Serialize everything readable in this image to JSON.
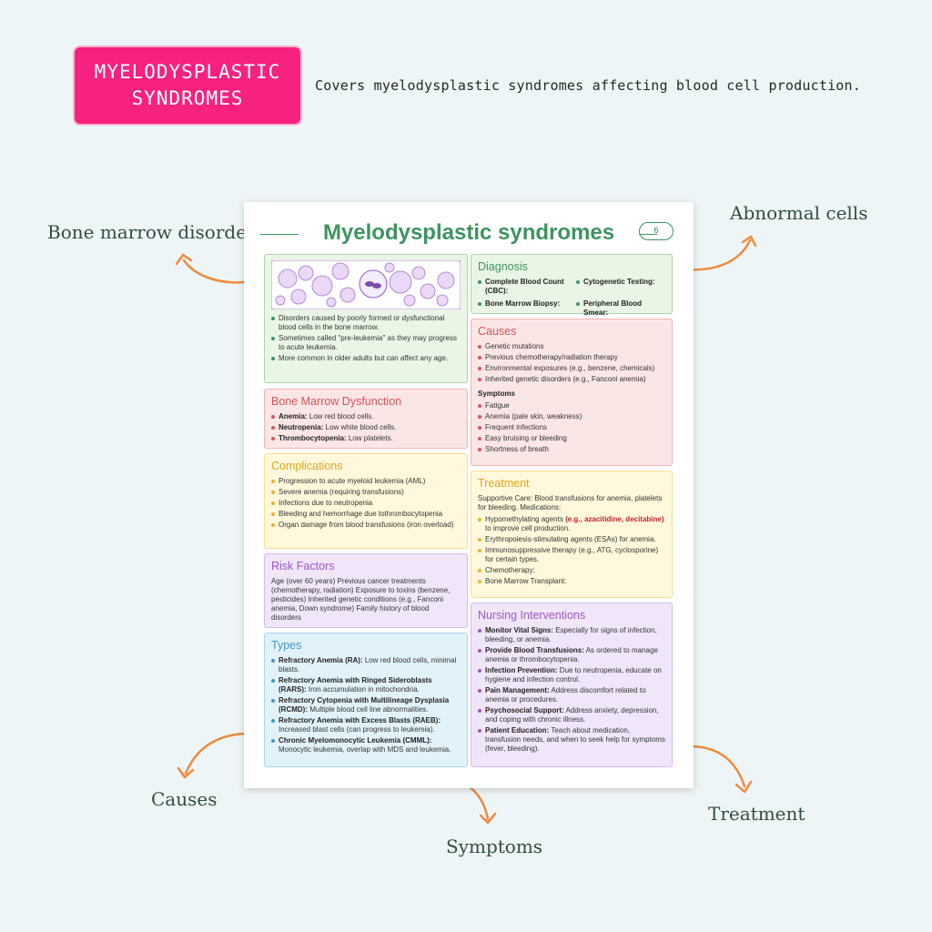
{
  "badge": {
    "line1": "MYELODYSPLASTIC",
    "line2": "SYNDROMES",
    "color": "#f7217f"
  },
  "tagline": "Covers myelodysplastic syndromes affecting blood cell production.",
  "callouts": {
    "bone_marrow": "Bone marrow disorder",
    "abnormal_cells": "Abnormal cells",
    "causes": "Causes",
    "symptoms": "Symptoms",
    "treatment": "Treatment",
    "arrow_color": "#ee8a3e"
  },
  "sheet": {
    "title": "Myelodysplastic syndromes",
    "page": "6",
    "intro": {
      "bullets": [
        "Disorders caused by poorly formed or dysfunctional blood cells in the bone marrow.",
        "Sometimes called \"pre-leukemia\" as they may progress to acute leukemia.",
        "More common in older adults but can affect any age."
      ]
    },
    "bone_marrow": {
      "title": "Bone Marrow Dysfunction",
      "items": [
        {
          "term": "Anemia:",
          "text": " Low red blood cells."
        },
        {
          "term": "Neutropenia:",
          "text": " Low white blood cells."
        },
        {
          "term": "Thrombocytopenia:",
          "text": " Low platelets."
        }
      ]
    },
    "complications": {
      "title": "Complications",
      "items": [
        "Progression to acute myeloid leukemia (AML)",
        "Severe anemia (requiring transfusions)",
        "Infections due to neutropenia",
        "Bleeding and hemorrhage due tothrombocytopenia",
        "Organ damage from blood transfusions (iron overload)"
      ]
    },
    "risk": {
      "title": "Risk Factors",
      "text": "Age (over 60 years) Previous cancer treatments (chemotherapy, radiation) Exposure to toxins (benzene, pesticides) Inherited genetic conditions (e.g., Fanconi anemia, Down syndrome) Family history of blood disorders"
    },
    "types": {
      "title": "Types",
      "items": [
        {
          "term": "Refractory Anemia (RA):",
          "text": " Low red blood cells, minimal blasts."
        },
        {
          "term": "Refractory Anemia with Ringed Sideroblasts (RARS):",
          "text": " Iron accumulation in mitochondria."
        },
        {
          "term": "Refractory Cytopenia with Multilineage Dysplasia (RCMD):",
          "text": " Multiple blood cell line abnormalities."
        },
        {
          "term": "Refractory Anemia with Excess Blasts (RAEB):",
          "text": " Increased blast cells (can progress to leukemia)."
        },
        {
          "term": "Chronic Myelomonocytic Leukemia (CMML):",
          "text": " Monocytic leukemia, overlap with MDS and leukemia."
        }
      ]
    },
    "diagnosis": {
      "title": "Diagnosis",
      "items": [
        "Complete Blood Count (CBC):",
        "Cytogenetic Testing:",
        "Bone Marrow Biopsy:",
        "Peripheral Blood Smear:"
      ]
    },
    "causes": {
      "title": "Causes",
      "items": [
        "Genetic mutations",
        "Previous chemotherapy/radiation therapy",
        "Environmental exposures (e.g., benzene, chemicals)",
        "Inherited genetic disorders (e.g., Fanconi anemia)"
      ],
      "symptoms_title": "Symptoms",
      "symptoms": [
        "Fatigue",
        "Anemia (pale skin, weakness)",
        "Frequent infections",
        "Easy bruising or bleeding",
        "Shortness of breath"
      ]
    },
    "treatment": {
      "title": "Treatment",
      "intro": "Supportive Care: Blood transfusions for anemia, platelets for bleeding. Medications:",
      "hma_pre": "Hypomethylating agents ",
      "hma_hl": "(e.g., azacitidine, decitabine)",
      "hma_post": " to improve cell production.",
      "esa": "Erythropoiesis-stimulating agents (ESAs) for anemia.",
      "immuno": "Immunosuppressive therapy (e.g., ATG, cyclosporine) for certain types.",
      "chemo": "Chemotherapy:",
      "bmt": "Bone Marrow Transplant:"
    },
    "nursing": {
      "title": "Nursing Interventions",
      "items": [
        {
          "term": "Monitor Vital Signs:",
          "text": " Especially for signs of infection, bleeding, or anemia."
        },
        {
          "term": "Provide Blood Transfusions:",
          "text": " As ordered to manage anemia or thrombocytopenia."
        },
        {
          "term": "Infection Prevention:",
          "text": " Due to neutropenia, educate on hygiene and infection control."
        },
        {
          "term": "Pain Management:",
          "text": " Address discomfort related to anemia or procedures."
        },
        {
          "term": "Psychosocial Support:",
          "text": " Address anxiety, depression, and coping with chronic illness."
        },
        {
          "term": "Patient Education:",
          "text": " Teach about medication, transfusion needs, and when to seek help for symptoms (fever, bleeding)."
        }
      ]
    }
  }
}
